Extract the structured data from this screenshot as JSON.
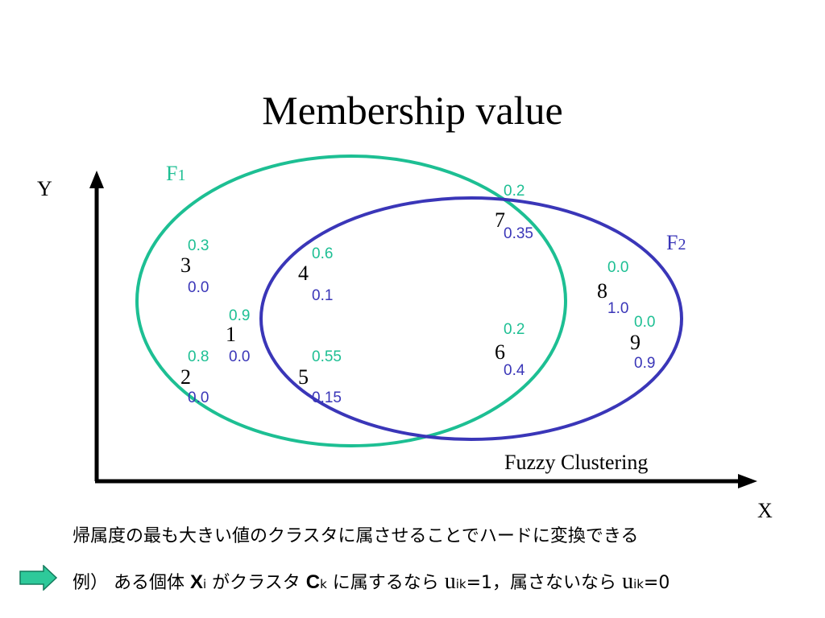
{
  "title": "Membership value",
  "axes": {
    "y_label": "Y",
    "x_label": "X"
  },
  "clusters": [
    {
      "label": "F",
      "sub": "1",
      "color": "#1dbf93"
    },
    {
      "label": "F",
      "sub": "2",
      "color": "#3a36b8"
    }
  ],
  "points": [
    {
      "id": "1",
      "u1": "0.9",
      "u2": "0.0"
    },
    {
      "id": "2",
      "u1": "0.8",
      "u2": "0.0"
    },
    {
      "id": "3",
      "u1": "0.3",
      "u2": "0.0"
    },
    {
      "id": "4",
      "u1": "0.6",
      "u2": "0.1"
    },
    {
      "id": "5",
      "u1": "0.55",
      "u2": "0.15"
    },
    {
      "id": "6",
      "u1": "0.2",
      "u2": "0.4"
    },
    {
      "id": "7",
      "u1": "0.2",
      "u2": "0.35"
    },
    {
      "id": "8",
      "u1": "0.0",
      "u2": "1.0"
    },
    {
      "id": "9",
      "u1": "0.0",
      "u2": "0.9"
    }
  ],
  "caption": "Fuzzy Clustering",
  "note_line1": "帰属度の最も大きい値のクラスタに属させることでハードに変換できる",
  "note_line2": {
    "prefix": "例） ある個体 ",
    "x": "X",
    "x_sub": "i",
    "mid": " がクラスタ ",
    "c": "C",
    "c_sub": "k",
    "after_c": " に属するなら ",
    "u1": "u",
    "u1_sub": "ik",
    "eq1": "=1，属さないなら ",
    "u2": "u",
    "u2_sub": "ik",
    "eq2": "=0"
  },
  "colors": {
    "f1": "#1dbf93",
    "f2": "#3a36b8",
    "arrow": "#2ec99a"
  }
}
